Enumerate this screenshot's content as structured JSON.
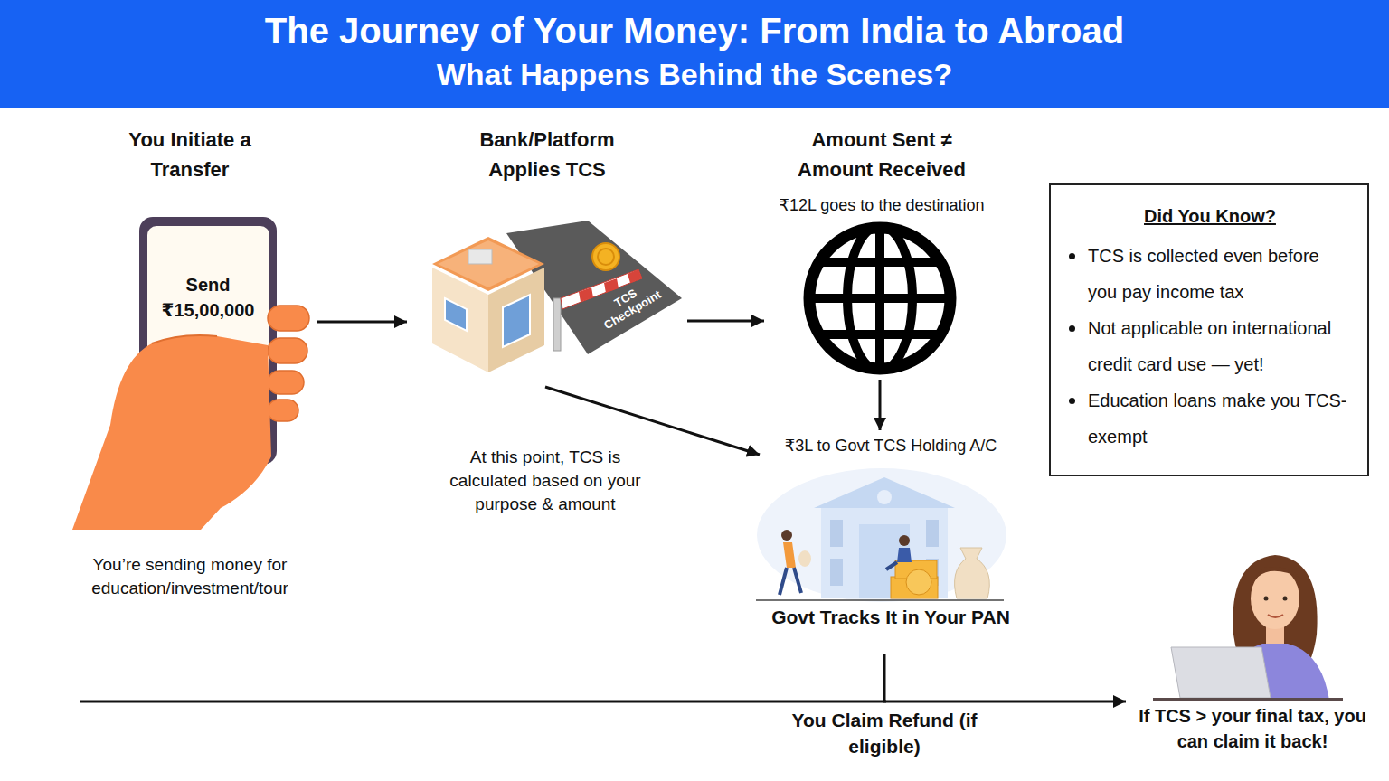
{
  "diagram": {
    "title": "The Journey of Your Money: From India to Abroad",
    "nodes": [
      {
        "text": [
          "You Initiate a Transfer",
          "Send ₹15,00,000",
          "You’re sending money for education/investment/tour"
        ]
      },
      {
        "text": [
          "Bank/Platform Applies TCS"
        ]
      },
      {
        "text": [
          "Amount Sent ≠ Amount Received",
          "₹12L goes to the destination"
        ]
      },
      {
        "text": [
          "₹3L to Govt TCS Holding A/C",
          "Govt Tracks It in Your PAN"
        ]
      },
      {
        "text": [
          "If TCS > your final tax, you can claim it back!"
        ]
      },
      {
        "text": [
          "Did You Know?",
          "TCS is collected even before you pay income tax",
          "Not applicable on international credit card use — yet!",
          "Education loans make you TCS-exempt"
        ]
      }
    ],
    "edges": [
      {
        "from": 0,
        "to": 1,
        "arrow": "to"
      },
      {
        "from": 1,
        "to": 2,
        "arrow": "to"
      },
      {
        "from": 2,
        "to": 3,
        "arrow": "to"
      },
      {
        "from": 1,
        "to": 3,
        "arrow": "to"
      },
      {
        "from": 3,
        "to": 4,
        "label": "You Claim Refund (if eligible)",
        "arrow": "to"
      }
    ],
    "labels": [
      "What Happens Behind the Scenes?",
      "TCS Checkpoint",
      "At this point, TCS is calculated based on your purpose & amount"
    ]
  }
}
